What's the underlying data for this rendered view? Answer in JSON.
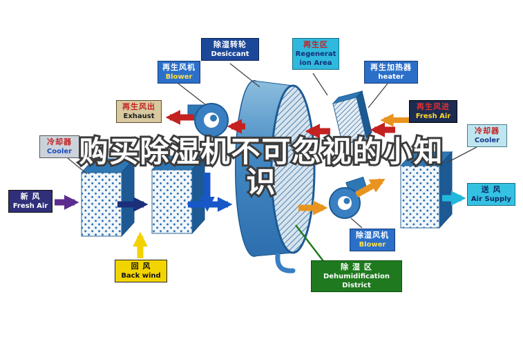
{
  "title": {
    "line1": "购买除湿机不可忽视的小知",
    "line2": "识"
  },
  "labels": {
    "desiccant": {
      "zh": "除湿转轮",
      "en": "Desiccant"
    },
    "regeneration_area": {
      "zh": "再生区",
      "en": "Regeneration Area"
    },
    "regen_blower": {
      "zh": "再生风机",
      "en": "Blower"
    },
    "regen_heater": {
      "zh": "再生加热器",
      "en": "heater"
    },
    "exhaust": {
      "zh": "再生风出",
      "en": "Exhaust"
    },
    "regen_fresh_air": {
      "zh": "再生风进",
      "en": "Fresh Air"
    },
    "cooler_left": {
      "zh": "冷却器",
      "en": "Cooler"
    },
    "cooler_right": {
      "zh": "冷却器",
      "en": "Cooler"
    },
    "fresh_air": {
      "zh": "新  风",
      "en": "Fresh Air"
    },
    "air_supply": {
      "zh": "送  风",
      "en": "Air Supply"
    },
    "back_wind": {
      "zh": "回    风",
      "en": "Back wind"
    },
    "dehumid_blower": {
      "zh": "除湿风机",
      "en": "Blower"
    },
    "dehumid_district": {
      "zh": "除  湿  区",
      "en_line1": "Dehumidification",
      "en_line2": "District"
    }
  },
  "colors": {
    "label_blue": "#2b6fc9",
    "label_dark_blue": "#1c4899",
    "label_cyan": "#2fb9dd",
    "label_tan": "#d8c9a0",
    "label_dark_navy": "#1b2b52",
    "label_light_gray": "#ccd2da",
    "label_light_cyan": "#bfe6f0",
    "label_indigo": "#2f2f7a",
    "label_yellow": "#f2d400",
    "label_green": "#1f7a1f",
    "red_text": "#c42121",
    "arrow_red": "#c42121",
    "arrow_orange": "#e8941f",
    "arrow_yellow": "#f2d200",
    "arrow_purple": "#5b2d8e",
    "arrow_navy": "#1b2f7a",
    "arrow_blue": "#1857c8",
    "arrow_cyan": "#22b8dc",
    "wheel_blue": "#4a8fc7",
    "title_fill": "#ffffff",
    "title_outline": "#3d3d3d"
  }
}
